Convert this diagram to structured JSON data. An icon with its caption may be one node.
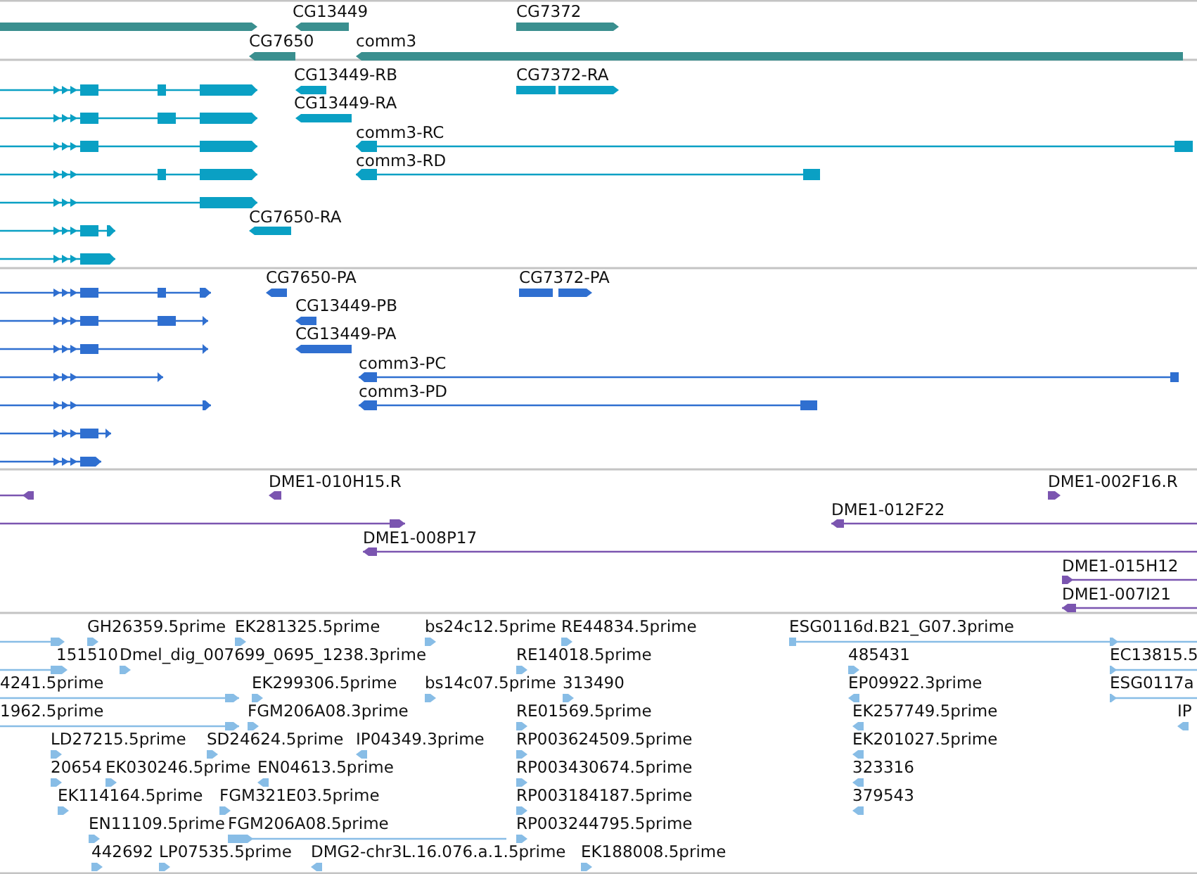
{
  "diagram": {
    "labels": [
      "CG13449",
      "CG7372",
      "CG7650",
      "comm3",
      "CG13449-RB",
      "CG7372-RA",
      "CG13449-RA",
      "comm3-RC",
      "comm3-RD",
      "CG7650-RA",
      "CG7650-PA",
      "CG7372-PA",
      "CG13449-PB",
      "CG13449-PA",
      "comm3-PC",
      "comm3-PD",
      "DME1-010H15.R",
      "DME1-002F16.R",
      "DME1-012F22",
      "DME1-008P17",
      "DME1-015H12",
      "DME1-007I21",
      "GH26359.5prime",
      "EK281325.5prime",
      "bs24c12.5prime",
      "RE44834.5prime",
      "ESG0116d.B21_G07.3prime",
      "151510",
      "Dmel_dig_007699_0695_1238.3prime",
      "RE14018.5prime",
      "485431",
      "EC13815.5",
      "4241.5prime",
      "EK299306.5prime",
      "bs14c07.5prime",
      "313490",
      "EP09922.3prime",
      "ESG0117a",
      "1962.5prime",
      "FGM206A08.3prime",
      "RE01569.5prime",
      "EK257749.5prime",
      "IP",
      "LD27215.5prime",
      "SD24624.5prime",
      "IP04349.3prime",
      "RP003624509.5prime",
      "EK201027.5prime",
      "20654",
      "EK030246.5prime",
      "EN04613.5prime",
      "RP003430674.5prime",
      "323316",
      "EK114164.5prime",
      "FGM321E03.5prime",
      "RP003184187.5prime",
      "379543",
      "EN11109.5prime",
      "FGM206A08.5prime",
      "RP003244795.5prime",
      "442692",
      "LP07535.5prime",
      "DMG2-chr3L.16.076.a.1.5prime",
      "EK188008.5prime"
    ]
  }
}
